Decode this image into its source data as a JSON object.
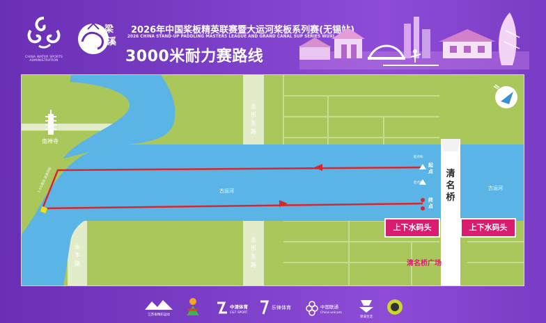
{
  "header": {
    "org_caption": "CHINA WATER SPORTS ADMINISTRATION",
    "liangxi_text": "梁溪",
    "title_cn": "2026年中国桨板精英联赛暨大运河桨板系列赛(无锡站)",
    "title_en": "2026 CHINA STAND-UP PADDLING MASTERS LEAGUE AND GRAND CANAL SUP SERIES WUXI",
    "route_title": "3000米耐力赛路线"
  },
  "map": {
    "labels": {
      "yongle_road_top": "永乐东路",
      "yongle_road_bottom": "永乐东路",
      "yongfeng_road": "永丰路",
      "nanchan_temple": "南禅寺",
      "canal_left": "古运河",
      "canal_right": "古运河",
      "qingming_bridge": "清名桥",
      "qingming_square": "清名桥广场",
      "dock_left": "上下水码头",
      "dock_right": "上下水码头",
      "start": "起点",
      "finish": "终点",
      "start_buoy_top": "起点标",
      "start_buoy_bottom": "起点标",
      "turn_buoy": "1.5公里处 折返浮标"
    },
    "colors": {
      "land": "#a9c75a",
      "water": "#5ab4e6",
      "road": "#e3ecc9",
      "route": "#d9262c",
      "dock": "#d91c6d",
      "buoy": "#f5e10a"
    },
    "compass": "north-arrow-icon"
  },
  "sponsors": [
    {
      "name": "江苏省精彩运动"
    },
    {
      "name": "sponsor-figure"
    },
    {
      "name": "中清体育",
      "sub": "C&T SPORT"
    },
    {
      "name": "乐锋体育"
    },
    {
      "name": "中国联通",
      "sub": "China unicom"
    },
    {
      "name": "梁溪生活"
    },
    {
      "name": "sponsor-round"
    }
  ]
}
